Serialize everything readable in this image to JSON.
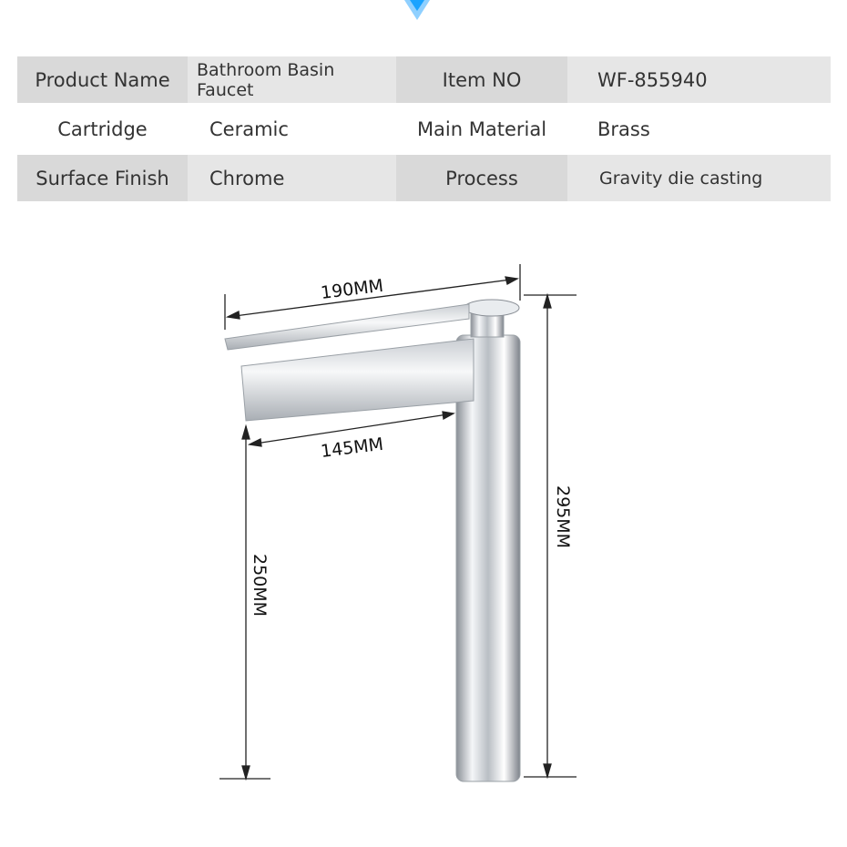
{
  "accent_color": "#1aa3ff",
  "icons": {
    "top": "chevron-down-icon"
  },
  "spec_table": [
    [
      "Product Name",
      "Bathroom Basin Faucet",
      "Item NO",
      "WF-855940"
    ],
    [
      "Cartridge",
      "Ceramic",
      "Main Material",
      "Brass"
    ],
    [
      "Surface Finish",
      "Chrome",
      "Process",
      "Gravity die casting"
    ]
  ],
  "dimensions": {
    "handle_length": "190MM",
    "spout_reach": "145MM",
    "spout_height": "250MM",
    "total_height": "295MM"
  }
}
